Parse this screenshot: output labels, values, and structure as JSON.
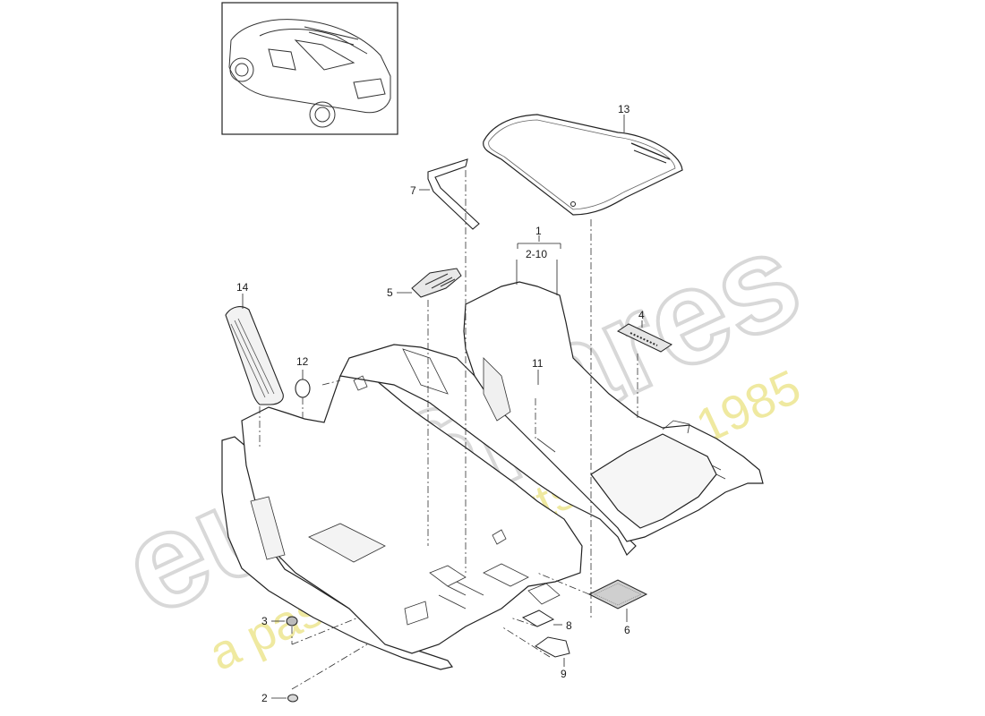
{
  "watermark": {
    "brand": "eurospares",
    "tagline": "a passion for parts since 1985",
    "brand_color": "#dcdcdc",
    "tagline_color": "#efe9a0"
  },
  "thumbnail": {
    "icon": "vehicle-suv-icon"
  },
  "callouts": {
    "c1": "1",
    "c2_10": "2-10",
    "c2": "2",
    "c3": "3",
    "c4": "4",
    "c5": "5",
    "c6": "6",
    "c7": "7",
    "c8": "8",
    "c9": "9",
    "c11": "11",
    "c12": "12",
    "c13": "13",
    "c14": "14"
  }
}
